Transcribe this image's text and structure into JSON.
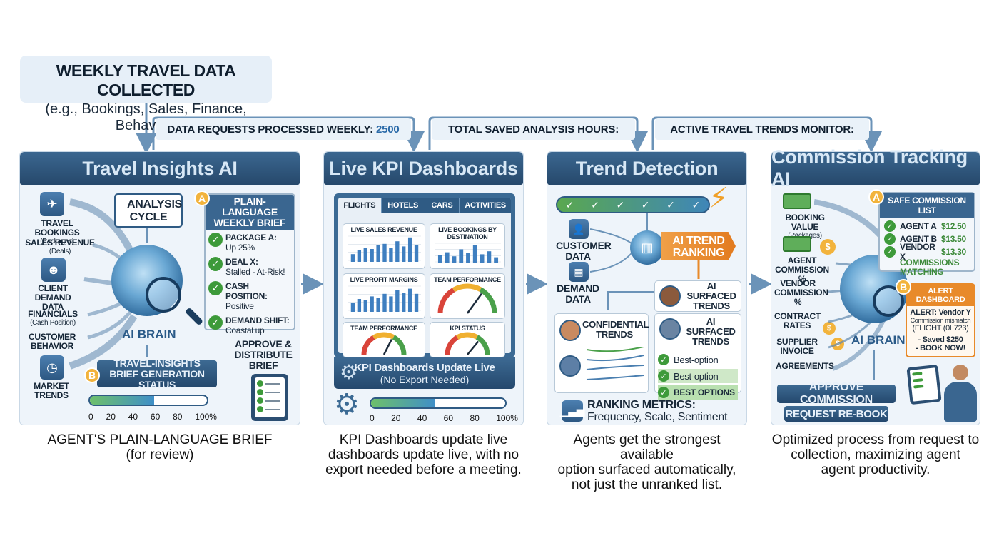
{
  "source": {
    "title": "WEEKLY TRAVEL DATA COLLECTED",
    "subtitle": "(e.g., Bookings, Sales, Finance, Behavior)"
  },
  "banners": {
    "data_requests_label": "DATA REQUESTS PROCESSED WEEKLY:",
    "data_requests_value": "2500",
    "saved_hours_label": "TOTAL SAVED ANALYSIS HOURS:",
    "trends_monitor_label": "ACTIVE TRAVEL TRENDS MONITOR:"
  },
  "panel1": {
    "title": "Travel Insights AI",
    "inputs": [
      {
        "label": "TRAVEL BOOKINGS",
        "sub": "(Packages)",
        "icon": "airplane-icon"
      },
      {
        "label": "SALES REVENUE",
        "sub": "(Deals)"
      },
      {
        "label": "CLIENT DEMAND DATA",
        "sub": "",
        "icon": "people-icon"
      },
      {
        "label": "FINANCIALS",
        "sub": "(Cash Position)"
      },
      {
        "label": "CUSTOMER BEHAVIOR",
        "sub": ""
      },
      {
        "label": "MARKET TRENDS",
        "sub": "",
        "icon": "clock-icon"
      }
    ],
    "cycle_label": "ANALYSIS CYCLE",
    "brain_label": "AI BRAIN",
    "brief": {
      "badge": "A",
      "title": "PLAIN-LANGUAGE WEEKLY BRIEF",
      "items": [
        {
          "head": "PACKAGE A:",
          "detail": "Up 25%"
        },
        {
          "head": "DEAL X:",
          "detail": "Stalled - At-Risk!"
        },
        {
          "head": "CASH POSITION:",
          "detail": "Positive"
        },
        {
          "head": "DEMAND SHIFT:",
          "detail": "Coastal up"
        }
      ]
    },
    "status": {
      "badge": "B",
      "label": "TRAVEL-INSIGHTS BRIEF GENERATION STATUS",
      "progress": 0.55
    },
    "approve_label": "APPROVE & DISTRIBUTE BRIEF",
    "ticks": [
      "0",
      "20",
      "40",
      "60",
      "80",
      "100%"
    ],
    "caption_line1": "AGENT'S PLAIN-LANGUAGE BRIEF",
    "caption_line2": "(for review)"
  },
  "panel2": {
    "title": "Live KPI Dashboards",
    "tabs": [
      "FLIGHTS",
      "HOTELS",
      "CARS",
      "ACTIVITIES"
    ],
    "widgets": [
      {
        "title": "LIVE SALES REVENUE",
        "kind": "bars"
      },
      {
        "title": "LIVE BOOKINGS BY DESTINATION",
        "kind": "bars"
      },
      {
        "title": "LIVE PROFIT MARGINS",
        "kind": "bars"
      },
      {
        "title": "TEAM PERFORMANCE",
        "kind": "gauge"
      },
      {
        "title": "TEAM PERFORMANCE",
        "kind": "gauge"
      },
      {
        "title": "KPI STATUS",
        "kind": "gauge"
      }
    ],
    "update_line1": "KPI Dashboards Update Live",
    "update_line2": "(No Export Needed)",
    "progress": 0.48,
    "ticks": [
      "0",
      "20",
      "40",
      "60",
      "80",
      "100%"
    ],
    "caption_line1": "KPI Dashboards update live",
    "caption_line2": "dashboards update live, with no",
    "caption_line3": "export needed before a meeting."
  },
  "panel3": {
    "title": "Trend Detection",
    "customer_data": "CUSTOMER DATA",
    "demand_data": "DEMAND DATA",
    "ranking_label": "AI TREND RANKING",
    "confidential": "CONFIDENTIAL TRENDS",
    "surfaced_1": "AI SURFACED TRENDS",
    "surfaced_2": "AI SURFACED TRENDS",
    "options": [
      "Best-option",
      "Best-option",
      "BEST OPTIONS"
    ],
    "metrics_title": "RANKING METRICS:",
    "metrics_detail": "Frequency, Scale, Sentiment",
    "caption_line1": "Agents get the strongest available",
    "caption_line2": "option surfaced automatically,",
    "caption_line3": "not just the unranked list."
  },
  "panel4": {
    "title": "Commission Tracking AI",
    "inputs": [
      {
        "label": "BOOKING VALUE",
        "sub": "(Packages)"
      },
      {
        "label": "AGENT COMMISSION %",
        "sub": ""
      },
      {
        "label": "VENDOR COMMISSION %",
        "sub": ""
      },
      {
        "label": "CONTRACT RATES",
        "sub": ""
      },
      {
        "label": "SUPPLIER INVOICE",
        "sub": ""
      },
      {
        "label": "AGREEMENTS",
        "sub": ""
      }
    ],
    "brain_label": "AI BRAIN",
    "safe_list": {
      "badge": "A",
      "title": "SAFE COMMISSION LIST",
      "rows": [
        {
          "name": "AGENT A",
          "amount": "$12.50"
        },
        {
          "name": "AGENT B",
          "amount": "$13.50"
        },
        {
          "name": "VENDOR X",
          "amount": "$13.30"
        }
      ],
      "matching": "COMMISSIONS MATCHING"
    },
    "alert": {
      "badge": "B",
      "title": "ALERT DASHBOARD",
      "line1": "ALERT: Vendor Y",
      "line2": "Commission mismatch",
      "line3": "(FLIGHT (0L723)",
      "line4": "- Saved $250",
      "line5": "- BOOK NOW!"
    },
    "approve_btn": "APPROVE COMMISSION",
    "rebook_btn": "REQUEST RE-BOOK",
    "caption_line1": "Optimized process from request to",
    "caption_line2": "collection, maximizing agent",
    "caption_line3": "agent productivity."
  },
  "colors": {
    "title_bar": "#2f5b84",
    "accent_orange": "#e88a2a",
    "check_green": "#3d9a3a",
    "badge_yellow": "#f2b33c",
    "line_blue": "#6b93b8"
  }
}
